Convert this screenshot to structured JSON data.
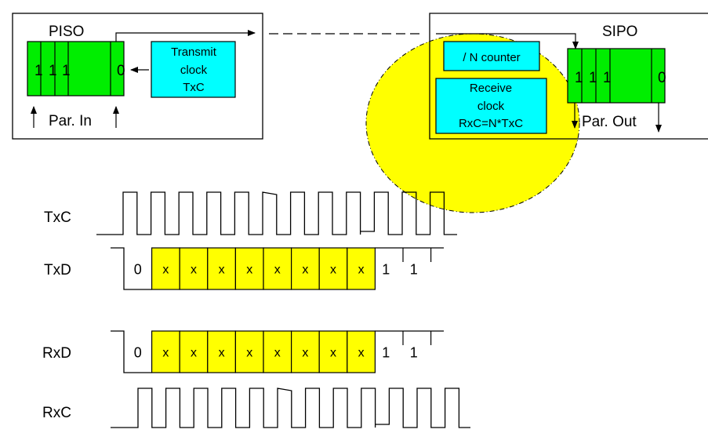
{
  "diagram": {
    "transmitter": {
      "title": "PISO",
      "register_bits": [
        "1",
        "1",
        "1",
        "",
        "0"
      ],
      "clock_box": [
        "Transmit",
        "clock",
        "TxC"
      ],
      "parallel_label": "Par. In"
    },
    "receiver": {
      "title": "SIPO",
      "register_bits": [
        "1",
        "1",
        "1",
        "",
        "0"
      ],
      "counter_box": "/ N counter",
      "clock_box": [
        "Receive",
        "clock",
        "RxC=N*TxC"
      ],
      "parallel_label": "Par. Out"
    },
    "colors": {
      "register": "#00ee00",
      "clock_box": "#00ffff",
      "highlight": "#ffff00",
      "data_bit": "#ffff00",
      "line": "#000000"
    },
    "signals": {
      "txc": {
        "label": "TxC"
      },
      "txd": {
        "label": "TxD",
        "start_bit": "0",
        "data_bits": [
          "x",
          "x",
          "x",
          "x",
          "x",
          "x",
          "x",
          "x"
        ],
        "stop_bits": [
          "1",
          "1"
        ]
      },
      "rxd": {
        "label": "RxD",
        "start_bit": "0",
        "data_bits": [
          "x",
          "x",
          "x",
          "x",
          "x",
          "x",
          "x",
          "x"
        ],
        "stop_bits": [
          "1",
          "1"
        ]
      },
      "rxc": {
        "label": "RxC"
      }
    }
  }
}
